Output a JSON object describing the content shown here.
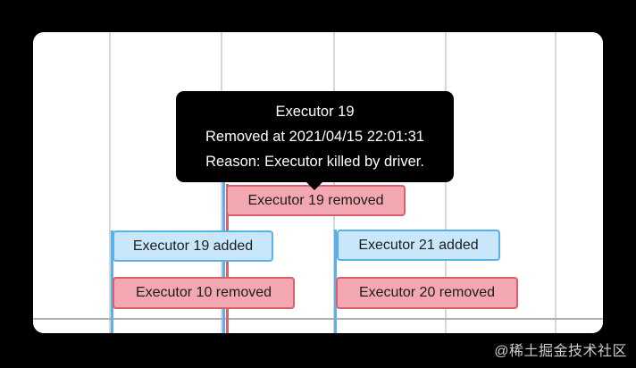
{
  "page": {
    "background_color": "#000000",
    "watermark": "@稀土掘金技术社区"
  },
  "timeline": {
    "panel_background": "#ffffff",
    "tooltip": {
      "title": "Executor 19",
      "removed_at": "Removed at 2021/04/15 22:01:31",
      "reason": "Reason: Executor killed by driver."
    },
    "events": [
      {
        "label": "Executor 19 removed",
        "type": "removed"
      },
      {
        "label": "Executor 19 added",
        "type": "added"
      },
      {
        "label": "Executor 21 added",
        "type": "added"
      },
      {
        "label": "Executor 10 removed",
        "type": "removed"
      },
      {
        "label": "Executor 20 removed",
        "type": "removed"
      }
    ],
    "colors": {
      "added_fill": "#C8E7FA",
      "added_border": "#5AB1E8",
      "removed_fill": "#F2A7B1",
      "removed_border": "#DB5E6E",
      "gridline": "#D7D7D7",
      "axis_line": "#AFAFAF",
      "tooltip_background": "#000000",
      "tooltip_text": "#FFFFFF"
    }
  }
}
